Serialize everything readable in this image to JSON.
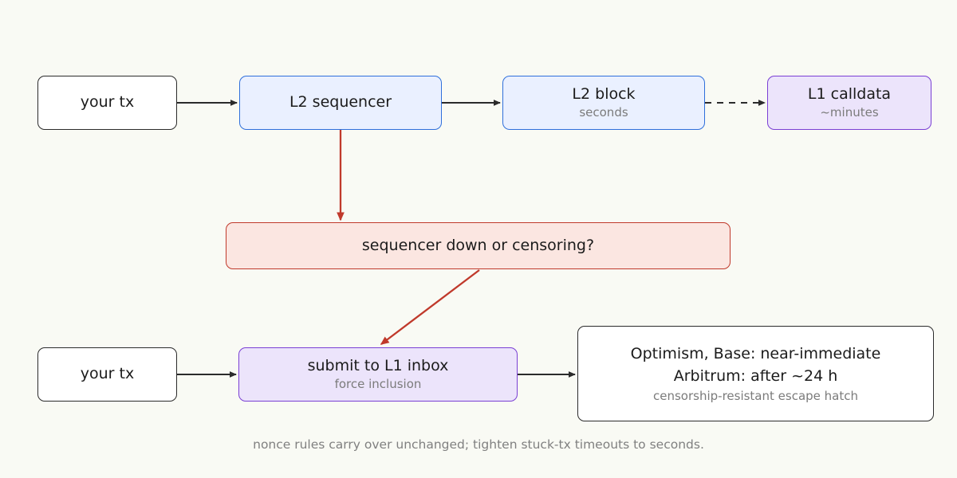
{
  "diagram": {
    "background_color": "#f9faf4",
    "caption": "nonce rules carry over unchanged; tighten stuck-tx timeouts to seconds."
  },
  "nodes": {
    "your_tx_top": {
      "title": "your tx",
      "theme": "plain",
      "border_color": "#2b2b2b",
      "fill_color": "#ffffff"
    },
    "l2_sequencer": {
      "title": "L2 sequencer",
      "theme": "blue",
      "border_color": "#2f6fdb",
      "fill_color": "#eaf0ff"
    },
    "l2_block": {
      "title": "L2 block",
      "sub": "seconds",
      "theme": "blue",
      "border_color": "#2f6fdb",
      "fill_color": "#eaf0ff"
    },
    "l1_calldata": {
      "title": "L1 calldata",
      "sub": "~minutes",
      "theme": "purple",
      "border_color": "#7a3fd4",
      "fill_color": "#ece4fb"
    },
    "sequencer_down": {
      "title": "sequencer down or censoring?",
      "theme": "red",
      "border_color": "#c0392b",
      "fill_color": "#fbe6e1"
    },
    "your_tx_bottom": {
      "title": "your tx",
      "theme": "plain",
      "border_color": "#2b2b2b",
      "fill_color": "#ffffff"
    },
    "submit_inbox": {
      "title": "submit to L1 inbox",
      "sub": "force inclusion",
      "theme": "purple",
      "border_color": "#7a3fd4",
      "fill_color": "#ece4fb"
    },
    "outcome": {
      "line1": "Optimism, Base: near-immediate",
      "line2": "Arbitrum: after ~24 h",
      "sub": "censorship-resistant escape hatch",
      "theme": "plain",
      "border_color": "#2b2b2b",
      "fill_color": "#ffffff"
    }
  },
  "edges": {
    "your_tx_to_sequencer": {
      "style": "solid",
      "color": "#2b2b2b",
      "label": ""
    },
    "sequencer_to_block": {
      "style": "solid",
      "color": "#2b2b2b",
      "label": ""
    },
    "block_to_calldata": {
      "style": "dashed",
      "color": "#2b2b2b",
      "label": ""
    },
    "sequencer_to_down": {
      "style": "solid",
      "color": "#c0392b",
      "label": ""
    },
    "down_to_submit": {
      "style": "solid",
      "color": "#c0392b",
      "label": ""
    },
    "your_tx_to_submit": {
      "style": "solid",
      "color": "#2b2b2b",
      "label": ""
    },
    "submit_to_outcome": {
      "style": "solid",
      "color": "#2b2b2b",
      "label": ""
    }
  }
}
